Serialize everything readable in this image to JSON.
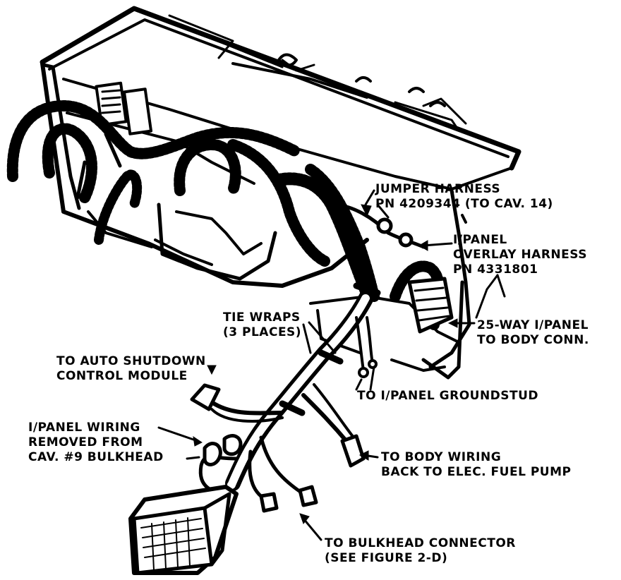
{
  "labels": {
    "jumper_harness": [
      "JUMPER HARNESS",
      "PN 4209344 (TO CAV. 14)"
    ],
    "ipanel_overlay": [
      "I/PANEL",
      "OVERLAY HARNESS",
      "PN 4331801"
    ],
    "tie_wraps": [
      "TIE WRAPS",
      "(3 PLACES)"
    ],
    "way25_ipanel": [
      "25-WAY I/PANEL",
      "TO BODY CONN."
    ],
    "auto_shutdown": [
      "TO AUTO SHUTDOWN",
      "CONTROL MODULE"
    ],
    "groundstud": [
      "TO I/PANEL GROUNDSTUD"
    ],
    "ipanel_wiring": [
      "I/PANEL WIRING",
      "REMOVED FROM",
      "CAV. #9 BULKHEAD"
    ],
    "body_wiring": [
      "TO BODY WIRING",
      "BACK TO ELEC. FUEL PUMP"
    ],
    "bulkhead_connector": [
      "TO BULKHEAD CONNECTOR",
      "(SEE FIGURE 2-D)"
    ]
  }
}
